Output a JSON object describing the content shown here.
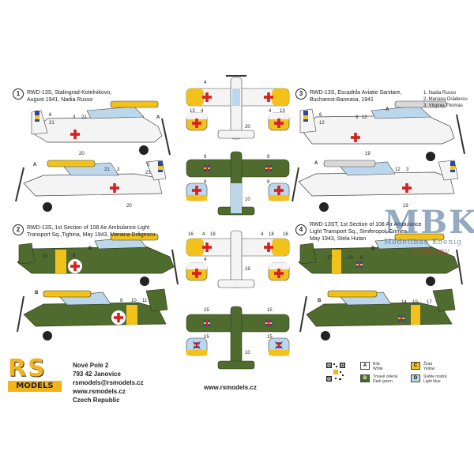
{
  "schemes": [
    {
      "number": "1",
      "lines": [
        "RWD-13S, Stalingrad-Kotelnikovo,",
        "August 1941, Nadia Russo"
      ]
    },
    {
      "number": "2",
      "lines": [
        "RWD-13S, 1st Section of 108 Air Ambulance Light",
        "Transport Sq.,Tighina, May 1943, Mariana Drăgescu"
      ]
    },
    {
      "number": "3",
      "lines": [
        "RWD-13S, Escadrila Aviatie Sanitare,",
        "Bucharest-Baneasa, 1941"
      ]
    },
    {
      "number": "4",
      "lines": [
        "RWD-13ST, 1st Section of 108 Air Ambulance",
        "Light Transport Sq., Simferopol, Crimea",
        "May 1943, Stela Hutan"
      ]
    }
  ],
  "scheme3_pilots": [
    "1. Nadia Russo",
    "2. Mariana Drădescu",
    "3. Virginia Thomas"
  ],
  "callouts": {
    "p1a": [
      "6",
      "21",
      "3",
      "21",
      "A",
      "20"
    ],
    "p1b": [
      "A",
      "21",
      "3",
      "5",
      "21",
      "20"
    ],
    "p3a": [
      "6",
      "12",
      "3",
      "12",
      "A",
      "19"
    ],
    "p3b": [
      "A",
      "12",
      "3",
      "19"
    ],
    "p2a": [
      "11",
      "8",
      "B"
    ],
    "p2b": [
      "B",
      "8",
      "10",
      "11"
    ],
    "p4a": [
      "17",
      "10",
      "8",
      "B"
    ],
    "p4b": [
      "B",
      "14",
      "10",
      "17"
    ],
    "topwing1": [
      "4",
      "13",
      "4",
      "13",
      "4",
      "20"
    ],
    "botwing1": [
      "9",
      "9",
      "9",
      "9",
      "10"
    ],
    "topwing2": [
      "16",
      "4",
      "18",
      "4",
      "18",
      "16",
      "4",
      "19"
    ],
    "botwing2": [
      "15",
      "15",
      "15",
      "15",
      "10"
    ]
  },
  "company": {
    "logo_top": "RS",
    "logo_bottom": "MODELS",
    "address": [
      "Nové Pole 2",
      "793 42 Janovice",
      "rsmodels@rsmodels.cz",
      "www.rsmodels.cz",
      "Czech Republic"
    ]
  },
  "website": "www.rsmodels.cz",
  "watermark": {
    "line1": "MBK",
    "line2": "Modellbau Koenig",
    "line3": "Germany"
  },
  "legend": [
    {
      "code": "A",
      "name": "Bílá",
      "sub": "White",
      "color": "#ffffff"
    },
    {
      "code": "C",
      "name": "Žlutá",
      "sub": "Yellow",
      "color": "#f2c21b"
    },
    {
      "code": "B",
      "name": "Tmavě zelená",
      "sub": "Dark green",
      "color": "#4a6a2a"
    },
    {
      "code": "D",
      "name": "Světle modrá",
      "sub": "Light blue",
      "color": "#bcd6ec"
    }
  ],
  "colors": {
    "yellow": "#f2c21b",
    "white": "#f4f4f4",
    "green": "#4f6b2e",
    "lightblue": "#bcd6ec",
    "red": "#d6201f"
  },
  "icons": [
    "qr-code",
    "rs-models-logo",
    "red-cross",
    "romanian-cross",
    "roundel"
  ]
}
